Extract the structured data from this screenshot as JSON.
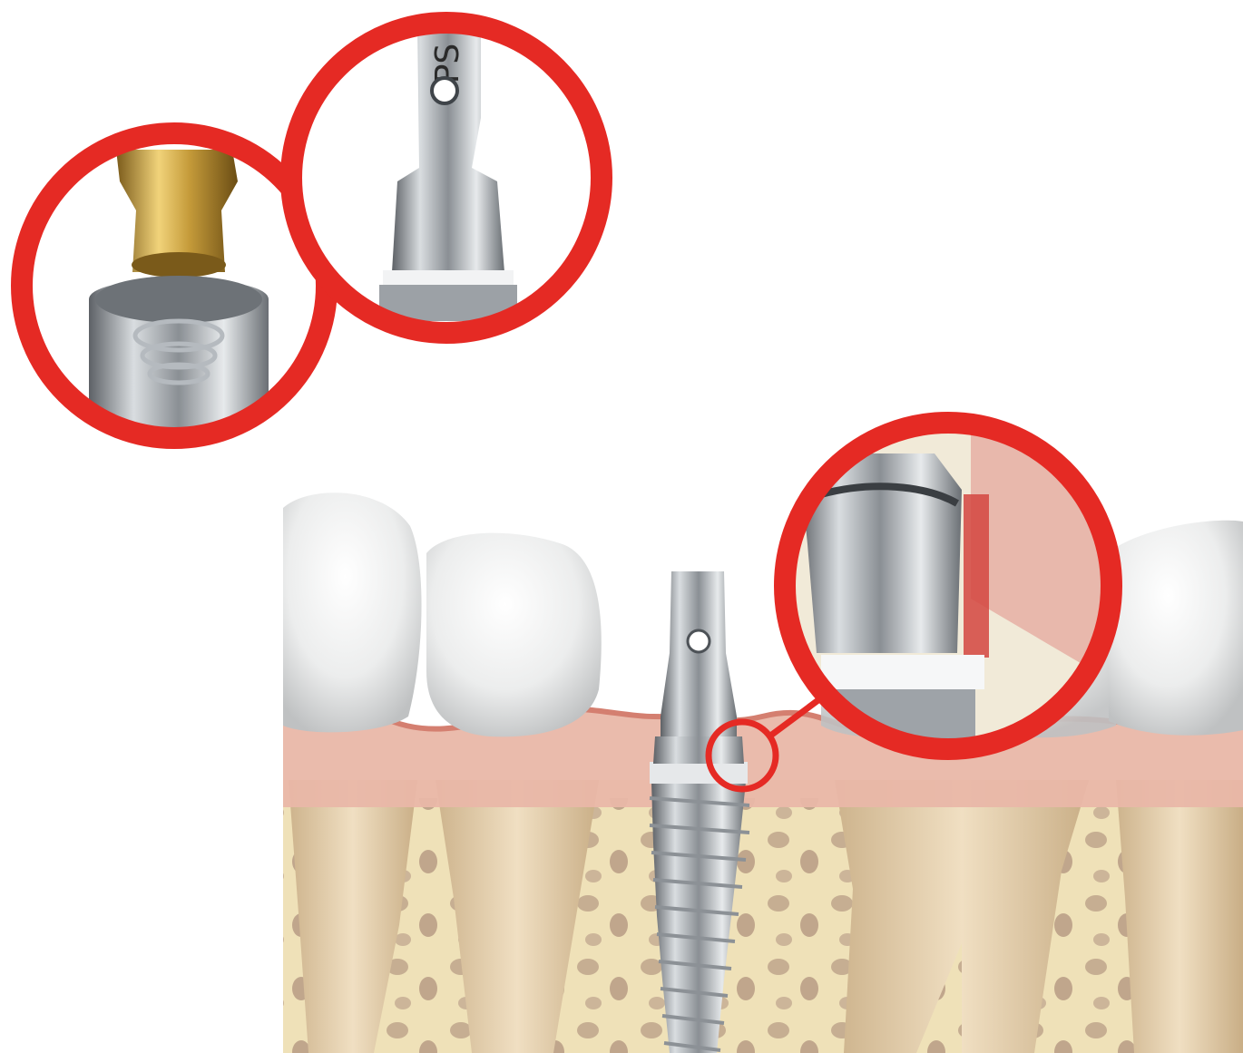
{
  "illustration": {
    "engraving_text": "PS",
    "colors": {
      "callout_red": "#e52a24",
      "tooth_enamel": "#f4f4f4",
      "gum": "#e9b7a8",
      "bone": "#efe1b8",
      "bone_pores": "#b89b84",
      "root": "#e4cfae",
      "titanium": "#b9bec3",
      "gold": "#c9a443"
    },
    "callouts": [
      {
        "subject": "gold-abutment-connection"
      },
      {
        "subject": "abutment-top-with-screw-hole"
      },
      {
        "subject": "abutment-collar-at-gumline"
      }
    ]
  }
}
